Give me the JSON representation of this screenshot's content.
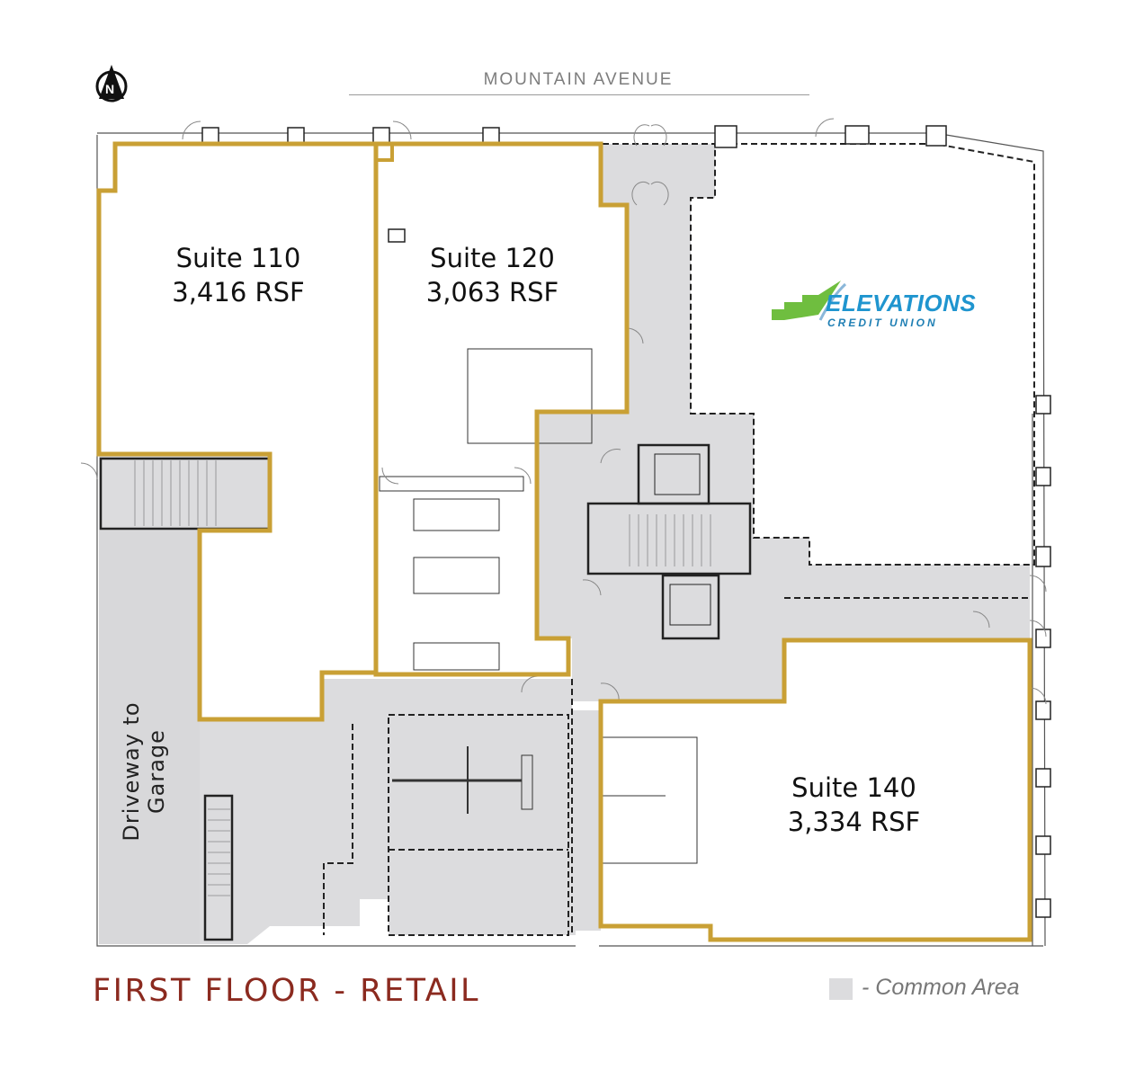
{
  "header": {
    "street_name": "MOUNTAIN AVENUE",
    "north_arrow_letter": "N"
  },
  "suites": [
    {
      "name": "Suite 110",
      "area": "3,416 RSF"
    },
    {
      "name": "Suite 120",
      "area": "3,063 RSF"
    },
    {
      "name": "Suite 140",
      "area": "3,334 RSF"
    }
  ],
  "tenant": {
    "name": "ELEVATIONS",
    "subtitle": "CREDIT UNION"
  },
  "labels": {
    "driveway": "Driveway to Garage"
  },
  "footer": {
    "title": "FIRST FLOOR - RETAIL",
    "legend_text": "- Common Area"
  },
  "colors": {
    "suite_outline": "#c9a035",
    "common_area": "#dcdcde",
    "title": "#8b2a1f",
    "logo_blue": "#1f95cf",
    "logo_green": "#6fbe3f"
  }
}
